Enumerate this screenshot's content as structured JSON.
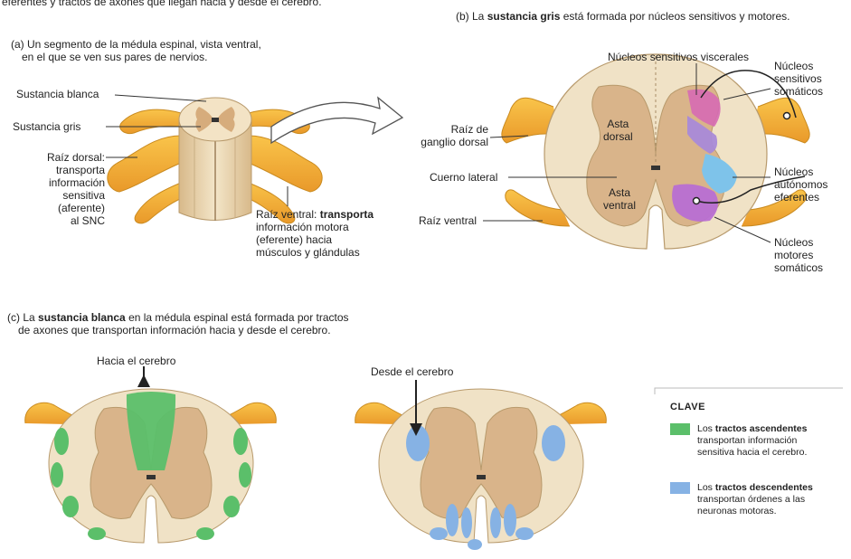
{
  "top_fragment": "eferentes y tractos de axones que llegan hacia y desde el cerebro.",
  "panel_a": {
    "caption_l1": "(a) Un segmento de la médula espinal, vista ventral,",
    "caption_l2": "en el que se ven sus pares de nervios.",
    "label_white": "Sustancia blanca",
    "label_gray": "Sustancia gris",
    "dorsal_1": "Raíz dorsal:",
    "dorsal_2": "transporta",
    "dorsal_3": "información",
    "dorsal_4": "sensitiva",
    "dorsal_5": "(aferente)",
    "dorsal_6": "al SNC",
    "ventral_1a": "Raíz ventral: ",
    "ventral_1b": "transporta",
    "ventral_2": "información motora",
    "ventral_3": "(eferente) hacia",
    "ventral_4": "músculos y glándulas"
  },
  "panel_b": {
    "caption_pre": "(b) La ",
    "caption_bold": "sustancia gris",
    "caption_post": " está formada por núcleos sensitivos y motores.",
    "visceral": "Núcleos sensitivos viscerales",
    "somatic_s1": "Núcleos",
    "somatic_s2": "sensitivos",
    "somatic_s3": "somáticos",
    "ganglio_1": "Raíz de",
    "ganglio_2": "ganglio dorsal",
    "asta_dorsal_1": "Asta",
    "asta_dorsal_2": "dorsal",
    "cuerno": "Cuerno lateral",
    "asta_ventral_1": "Asta",
    "asta_ventral_2": "ventral",
    "raiz_ventral": "Raíz ventral",
    "auto_1": "Núcleos",
    "auto_2": "autónomos",
    "auto_3": "eferentes",
    "motor_1": "Núcleos",
    "motor_2": "motores",
    "motor_3": "somáticos"
  },
  "panel_c": {
    "caption_pre": "(c) La ",
    "caption_bold": "sustancia blanca",
    "caption_post": " en la médula espinal está formada por tractos",
    "caption_l2": "de axones que transportan información hacia y desde el cerebro.",
    "hacia": "Hacia el cerebro",
    "desde": "Desde el cerebro"
  },
  "key": {
    "title": "CLAVE",
    "asc_pre": "Los ",
    "asc_bold": "tractos ascendentes",
    "asc_2": "transportan información",
    "asc_3": "sensitiva hacia el cerebro.",
    "desc_pre": "Los ",
    "desc_bold": "tractos descendentes",
    "desc_2": "transportan órdenes a las",
    "desc_3": "neuronas motoras."
  },
  "colors": {
    "nerve": "#f4b030",
    "white_matter": "#f0e2c6",
    "gray_matter": "#d9b48a",
    "ascending": "#5bbf6a",
    "descending": "#86b2e4",
    "somatic_sensory": "#d66ab2",
    "visceral_sensory": "#a98ad8",
    "autonomic": "#7ec3ea",
    "somatic_motor": "#b86fd3"
  }
}
